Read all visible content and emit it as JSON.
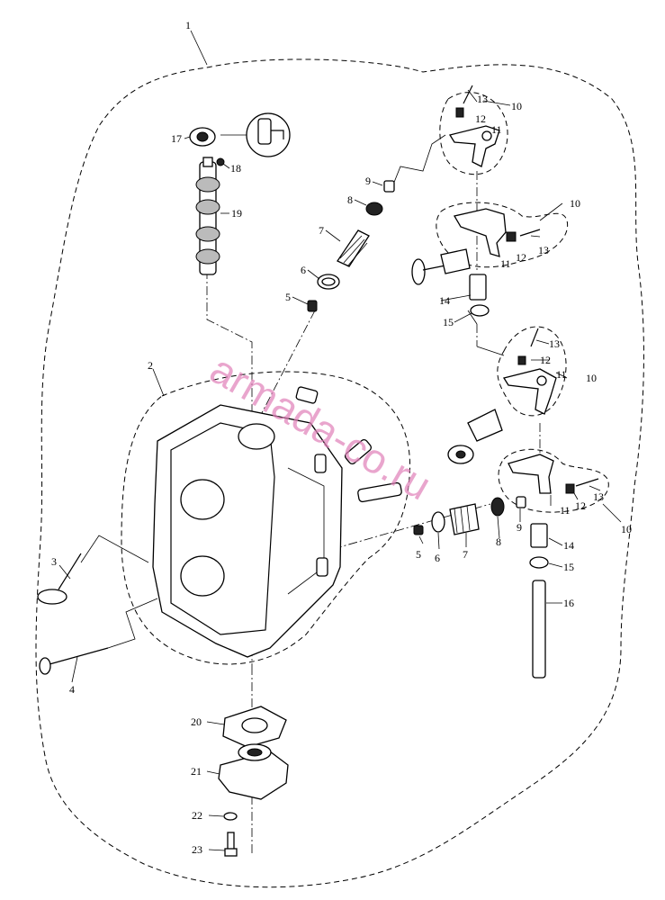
{
  "watermark": "armada-co.ru",
  "callouts": [
    {
      "id": "c1",
      "text": "1"
    },
    {
      "id": "c2",
      "text": "2"
    },
    {
      "id": "c3",
      "text": "3"
    },
    {
      "id": "c4",
      "text": "4"
    },
    {
      "id": "c5a",
      "text": "5"
    },
    {
      "id": "c5b",
      "text": "5"
    },
    {
      "id": "c6a",
      "text": "6"
    },
    {
      "id": "c6b",
      "text": "6"
    },
    {
      "id": "c7a",
      "text": "7"
    },
    {
      "id": "c7b",
      "text": "7"
    },
    {
      "id": "c8a",
      "text": "8"
    },
    {
      "id": "c8b",
      "text": "8"
    },
    {
      "id": "c9a",
      "text": "9"
    },
    {
      "id": "c9b",
      "text": "9"
    },
    {
      "id": "c10a",
      "text": "10"
    },
    {
      "id": "c10b",
      "text": "10"
    },
    {
      "id": "c10c",
      "text": "10"
    },
    {
      "id": "c10d",
      "text": "10"
    },
    {
      "id": "c11a",
      "text": "11"
    },
    {
      "id": "c11b",
      "text": "11"
    },
    {
      "id": "c11c",
      "text": "11"
    },
    {
      "id": "c11d",
      "text": "11"
    },
    {
      "id": "c12a",
      "text": "12"
    },
    {
      "id": "c12b",
      "text": "12"
    },
    {
      "id": "c12c",
      "text": "12"
    },
    {
      "id": "c12d",
      "text": "12"
    },
    {
      "id": "c13a",
      "text": "13"
    },
    {
      "id": "c13b",
      "text": "13"
    },
    {
      "id": "c13c",
      "text": "13"
    },
    {
      "id": "c13d",
      "text": "13"
    },
    {
      "id": "c14a",
      "text": "14"
    },
    {
      "id": "c14b",
      "text": "14"
    },
    {
      "id": "c15a",
      "text": "15"
    },
    {
      "id": "c15b",
      "text": "15"
    },
    {
      "id": "c16",
      "text": "16"
    },
    {
      "id": "c17",
      "text": "17"
    },
    {
      "id": "c18",
      "text": "18"
    },
    {
      "id": "c19",
      "text": "19"
    },
    {
      "id": "c20",
      "text": "20"
    },
    {
      "id": "c21",
      "text": "21"
    },
    {
      "id": "c22",
      "text": "22"
    },
    {
      "id": "c23",
      "text": "23"
    }
  ]
}
